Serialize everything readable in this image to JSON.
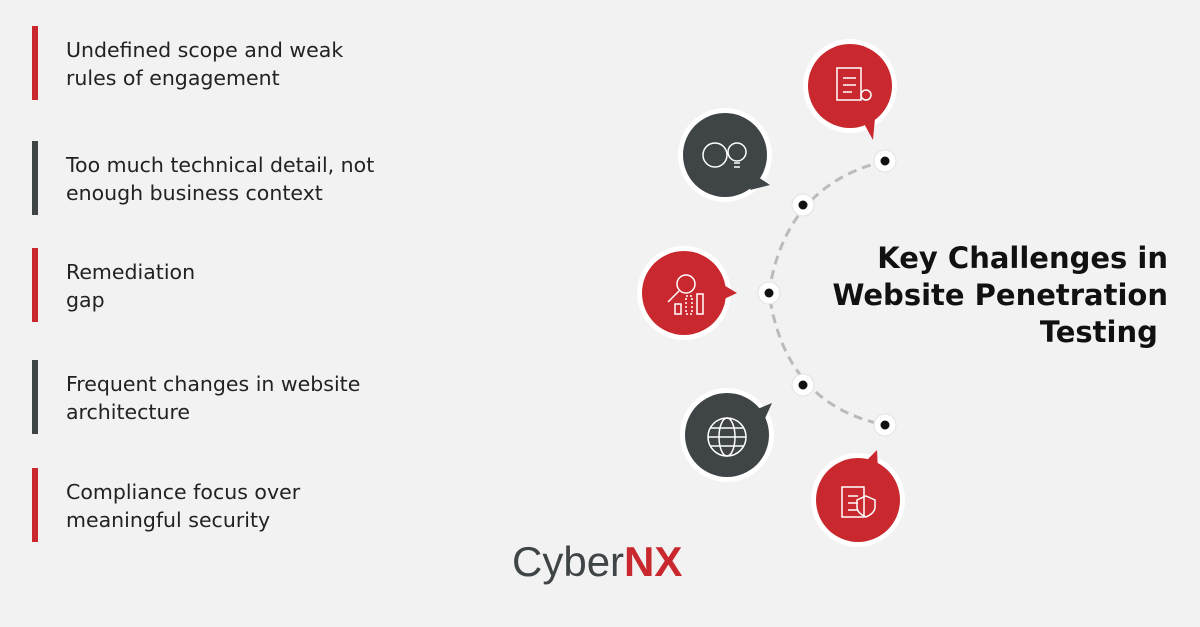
{
  "challenges": [
    {
      "line1": "Undefined scope and weak",
      "line2": "rules of engagement",
      "color": "#c8282e"
    },
    {
      "line1": "Too much technical detail, not",
      "line2": "enough business context",
      "color": "#3f4447"
    },
    {
      "line1": "Remediation",
      "line2": "gap",
      "color": "#c8282e"
    },
    {
      "line1": "Frequent changes in website",
      "line2": "architecture",
      "color": "#3f4447"
    },
    {
      "line1": "Compliance focus over",
      "line2": "meaningful security",
      "color": "#c8282e"
    }
  ],
  "title": {
    "line1": "Key Challenges in",
    "line2": "Website Penetration",
    "line3": "Testing"
  },
  "logo": {
    "part1": "Cyber",
    "part2": "NX"
  },
  "colors": {
    "red": "#c8282e",
    "dark": "#3f4447",
    "background": "#f2f2f2"
  },
  "icons": [
    "clipboard-target-icon",
    "gear-bulb-icon",
    "search-analytics-icon",
    "globe-icon",
    "clipboard-shield-icon"
  ]
}
